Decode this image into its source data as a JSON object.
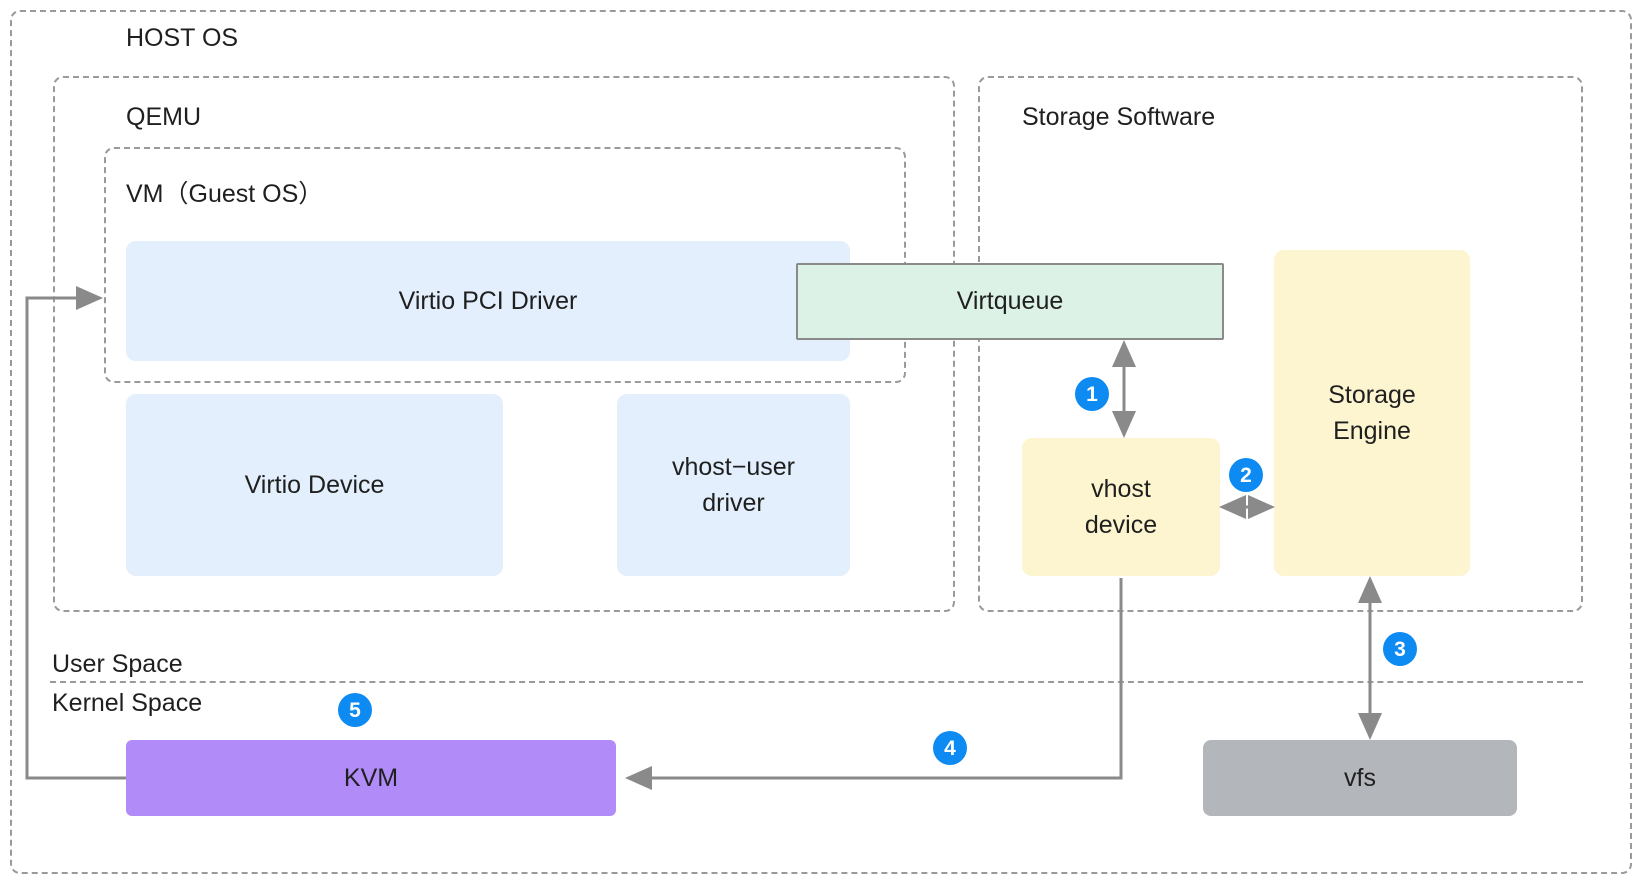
{
  "diagram": {
    "containers": {
      "host_os": {
        "label": "HOST OS"
      },
      "qemu": {
        "label": "QEMU"
      },
      "vm": {
        "label": "VM（Guest OS）"
      },
      "storage_software": {
        "label": "Storage Software"
      }
    },
    "nodes": {
      "virtio_pci_driver": {
        "label": "Virtio PCI Driver",
        "color": "#e3effc"
      },
      "virtqueue": {
        "label": "Virtqueue",
        "color": "#ddf2e6"
      },
      "virtio_device": {
        "label": "Virtio Device",
        "color": "#e3effc"
      },
      "vhost_user_driver": {
        "label": "vhost−user\ndriver",
        "line1": "vhost−user",
        "line2": "driver",
        "color": "#e3effc"
      },
      "vhost_device": {
        "label": "vhost device",
        "line1": "vhost",
        "line2": "device",
        "color": "#fcf5cf"
      },
      "storage_engine": {
        "label": "Storage Engine",
        "line1": "Storage",
        "line2": "Engine",
        "color": "#fcf5cf"
      },
      "kvm": {
        "label": "KVM",
        "color": "#b18cf8"
      },
      "vfs": {
        "label": "vfs",
        "color": "#b3b6ba"
      }
    },
    "space_labels": {
      "user_space": "User Space",
      "kernel_space": "Kernel Space"
    },
    "badges": [
      {
        "number": "1",
        "for": "virtqueue-vhost-device"
      },
      {
        "number": "2",
        "for": "vhost-device-storage-engine"
      },
      {
        "number": "3",
        "for": "storage-engine-vfs"
      },
      {
        "number": "4",
        "for": "vhost-device-kvm"
      },
      {
        "number": "5",
        "for": "kvm-virtio-pci-driver"
      }
    ],
    "colors": {
      "badge": "#0d8bf2",
      "connector": "#8a8a8a",
      "dashed_border": "#9a9a9a",
      "text": "#1f1f1f"
    }
  }
}
